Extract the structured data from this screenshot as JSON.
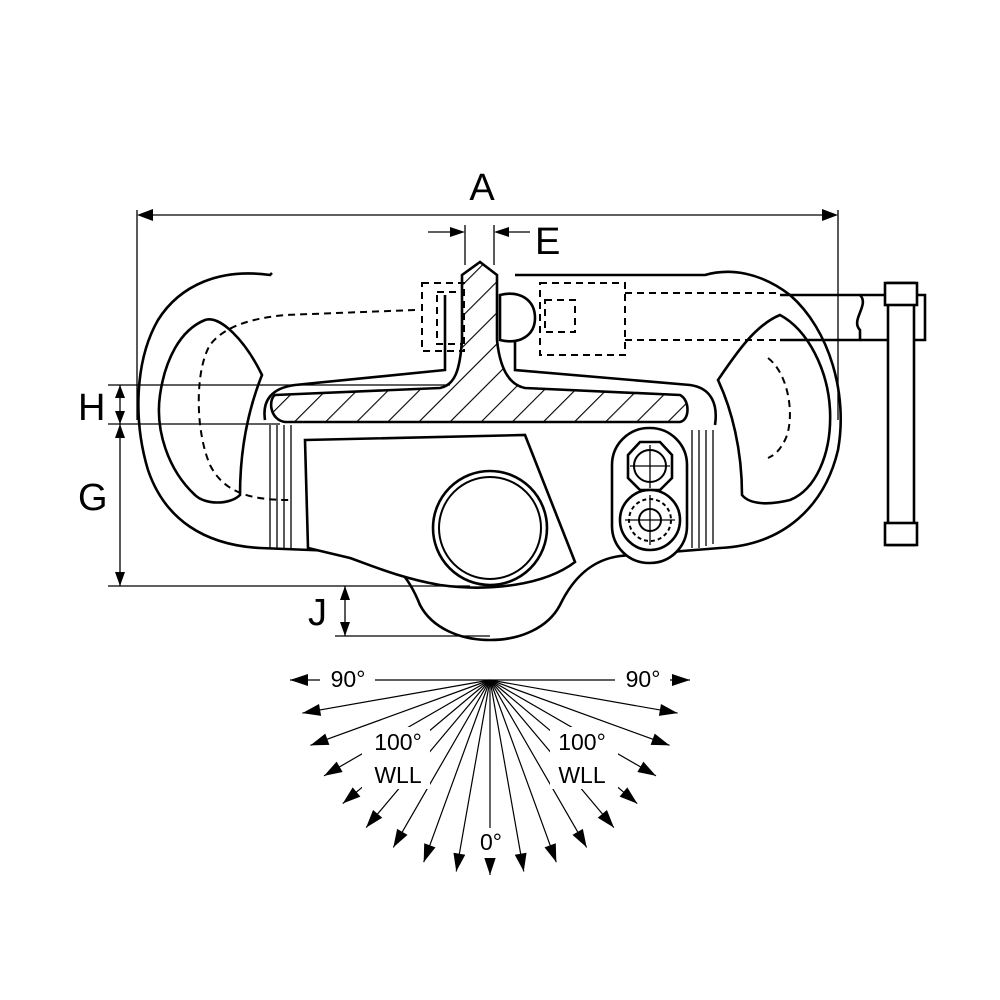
{
  "dimensions": {
    "a": "A",
    "e": "E",
    "h": "H",
    "g": "G",
    "j": "J"
  },
  "angle_diagram": {
    "left_limit": "90°",
    "right_limit": "90°",
    "left_wll": [
      "100°",
      "WLL"
    ],
    "right_wll": [
      "100°",
      "WLL"
    ],
    "center": "0°",
    "fan_degrees": [
      -90,
      -80,
      -70,
      -60,
      -50,
      -40,
      -30,
      -20,
      -10,
      0,
      10,
      20,
      30,
      40,
      50,
      60,
      70,
      80,
      90
    ]
  }
}
